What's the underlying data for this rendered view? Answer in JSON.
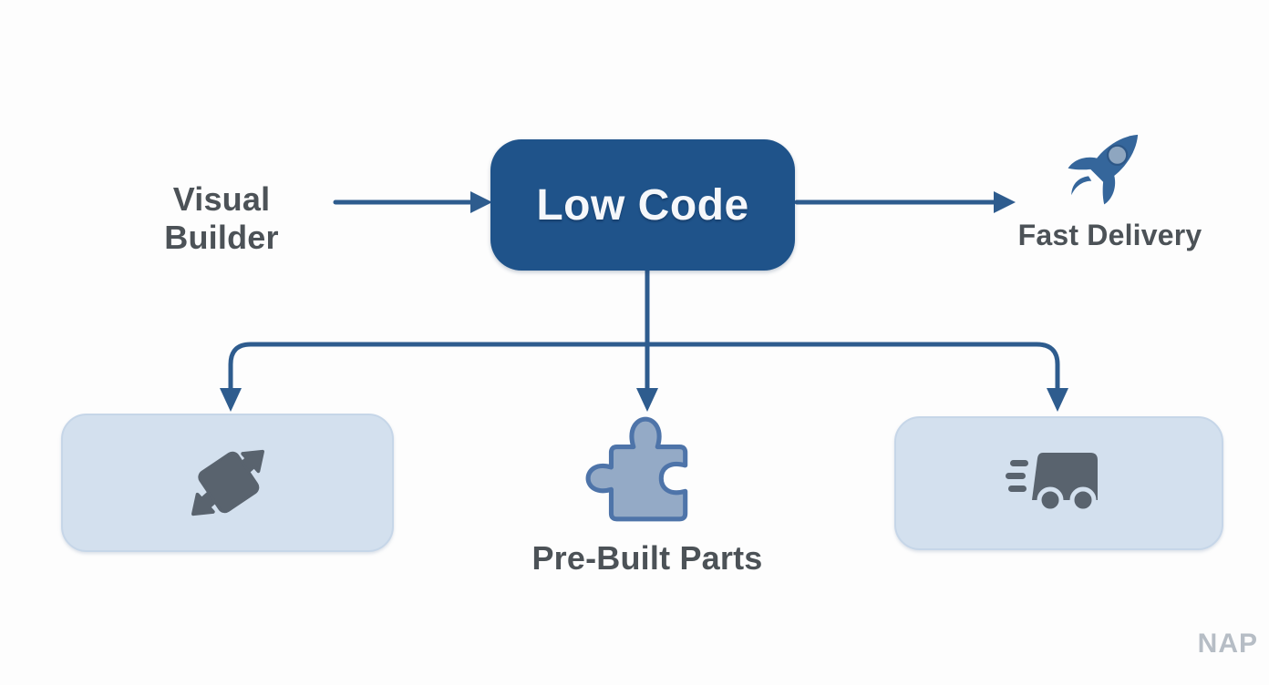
{
  "diagram": {
    "title_node": {
      "label": "Low Code"
    },
    "nodes": {
      "visual_builder": {
        "line1": "Visual",
        "line2": "Builder"
      },
      "fast_delivery": {
        "label": "Fast Delivery",
        "icon": "rocket-icon"
      },
      "scalability": {
        "icon": "scale-move-icon"
      },
      "pre_built": {
        "label": "Pre-Built Parts",
        "icon": "puzzle-icon"
      },
      "delivery": {
        "icon": "truck-icon"
      }
    },
    "watermark": "NAP",
    "colors": {
      "node_fill": "#1f538a",
      "node_text": "#f5f7fa",
      "connector": "#2e5c8e",
      "panel_fill": "#d3e0ee",
      "panel_border": "#c6d6e8",
      "icon_gray": "#59636e",
      "puzzle_fill": "#94aac6",
      "puzzle_stroke": "#4e74a9",
      "rocket_blue": "#35669b",
      "rocket_window": "#8ea6c0",
      "label_text": "#4c5257",
      "watermark_text": "#b6bdc5",
      "background": "#fdfdfd"
    }
  }
}
